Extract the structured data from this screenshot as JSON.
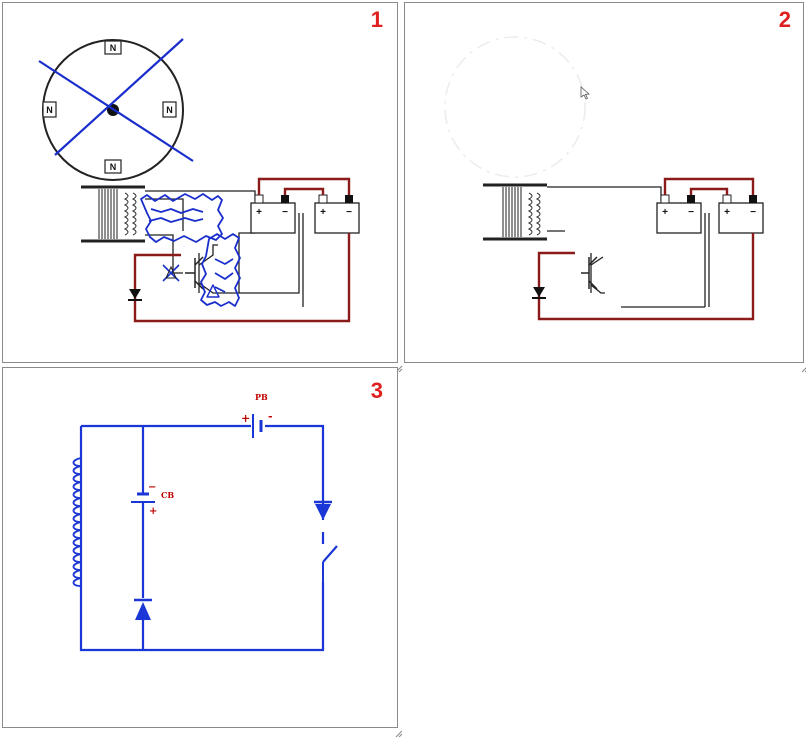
{
  "panels": [
    {
      "number": "1"
    },
    {
      "number": "2"
    },
    {
      "number": "3"
    }
  ],
  "rotor_magnets": {
    "top": "N",
    "left": "N",
    "right": "N",
    "bottom": "N"
  },
  "battery": {
    "plus": "+",
    "minus": "−"
  },
  "schematic": {
    "pb_label": "PB",
    "pb_plus": "+",
    "pb_minus": "-",
    "cb_label": "CB",
    "cb_minus": "−",
    "cb_plus": "+"
  },
  "colors": {
    "panel_number": "#e02020",
    "wire_black": "#222222",
    "wire_red": "#8b1a1a",
    "sketch_blue": "#1a2ecc",
    "schematic_blue": "#1a36d6"
  }
}
